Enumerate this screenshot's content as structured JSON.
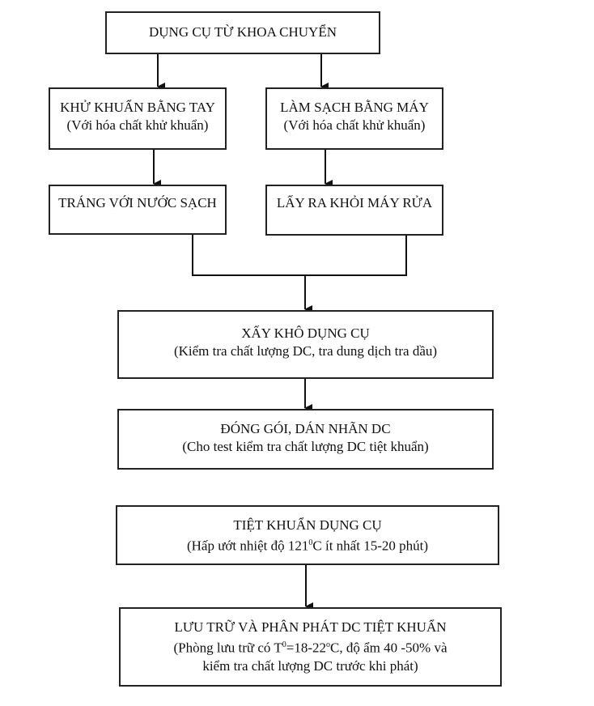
{
  "flowchart": {
    "source": {
      "title": "DỤNG CỤ TỪ KHOA CHUYỂN"
    },
    "manual_disinfect": {
      "title": "KHỬ KHUẨN BẰNG TAY",
      "subtitle": "(Với hóa chất khử khuẩn)"
    },
    "machine_clean": {
      "title": "LÀM SẠCH BẰNG MÁY",
      "subtitle": "(Với hóa chất khử khuẩn)"
    },
    "rinse": {
      "title": "TRÁNG VỚI NƯỚC SẠCH"
    },
    "remove_machine": {
      "title": "LẤY RA KHỎI MÁY RỬA"
    },
    "dry": {
      "title": "XẤY KHÔ DỤNG CỤ",
      "subtitle": "(Kiểm tra chất lượng DC, tra dung dịch tra dầu)"
    },
    "package": {
      "title": "ĐÓNG GÓI, DÁN NHÃN DC",
      "subtitle": "(Cho test kiểm tra chất lượng DC tiệt khuẩn)"
    },
    "sterilize": {
      "title": "TIỆT KHUẨN DỤNG CỤ",
      "subtitle_a": "(Hấp ướt  nhiệt độ 121",
      "subtitle_sup": "0",
      "subtitle_b": "C ít nhất 15-20 phút)"
    },
    "storage": {
      "title": "LƯU TRỮ VÀ PHÂN PHÁT DC TIỆT KHUẨN",
      "line1_a": "(Phòng lưu trữ có T",
      "line1_sup1": "0",
      "line1_b": "=18-22",
      "line1_sup2": "o",
      "line1_c": "C, độ ẩm 40 -50% và",
      "line2": "kiểm tra chất lượng DC trước khi phát)"
    }
  }
}
